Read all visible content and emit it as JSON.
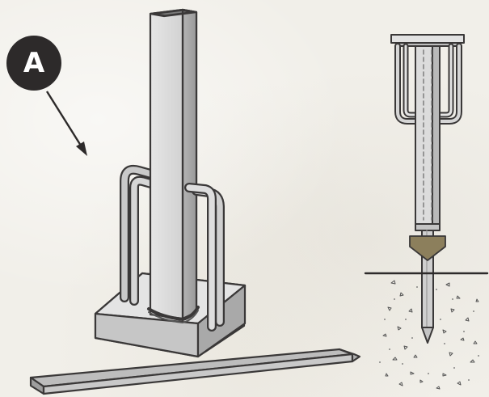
{
  "callout": {
    "label": "A"
  },
  "colors": {
    "background": "#f1efe9",
    "outline": "#3a3838",
    "metal_light": "#d4d4d4",
    "metal_mid": "#bdbdbd",
    "metal_dark": "#9e9e9e",
    "badge": "#2d2a2a",
    "arrow_fill": "#8c7f5c"
  },
  "icons": {
    "left_scene": "post-driver-with-post",
    "right_scene": "post-driver-driving-post-into-ground",
    "force_arrow": "down-arrow"
  }
}
